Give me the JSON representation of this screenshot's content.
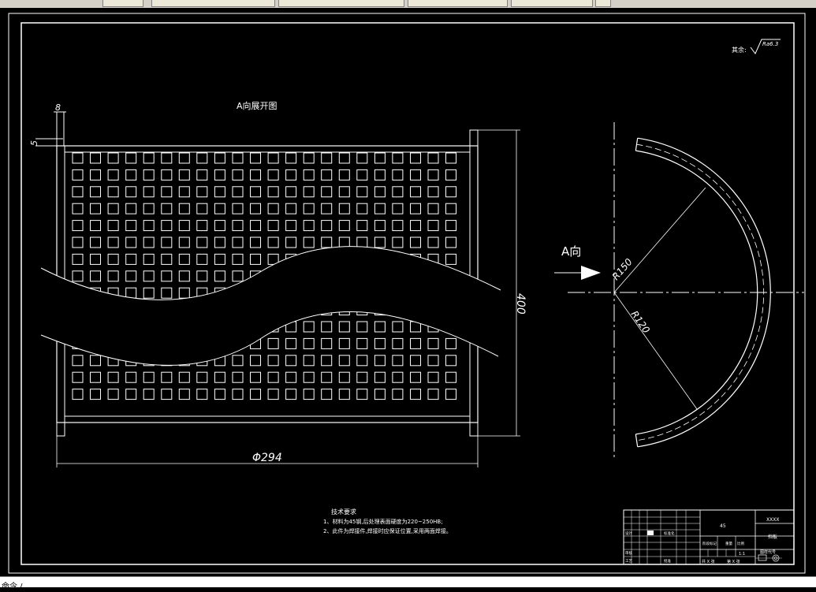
{
  "topbar": {
    "segments": [
      "",
      "",
      "",
      "",
      "",
      ""
    ]
  },
  "drawing": {
    "view_title": "A向展开图",
    "dim_left_top": "8",
    "dim_left_side": "5",
    "dim_height": "400",
    "dim_diameter": "Φ294",
    "dir_label": "A向",
    "dim_r150": "R150",
    "dim_r120": "R120",
    "surface_note": "其余:",
    "roughness": "Ra6.3"
  },
  "notes": {
    "title": "技术要求",
    "line1": "1、材料为45钢,后处理表面硬度为220~250HB;",
    "line2": "2、此件为焊接件,焊接时应保证位置,采用两面焊接。"
  },
  "title_block": {
    "material": "45",
    "part_code": "XXXX",
    "part_name": "挡板",
    "scale": "1:1",
    "sheet_total": "共 X 张",
    "sheet_no": "第 X 张",
    "label_designer": "设计",
    "label_check": "审核",
    "label_process": "工艺",
    "label_approve": "批准",
    "label_stage": "阶段标记",
    "label_weight": "重量",
    "label_scale": "比例",
    "label_standard": "标准化",
    "label_company": "图样代号"
  },
  "statusbar": {
    "text": "命令 /"
  },
  "colors": {
    "background": "#000000",
    "lines": "#ffffff",
    "dim": "#c8c8c8"
  }
}
